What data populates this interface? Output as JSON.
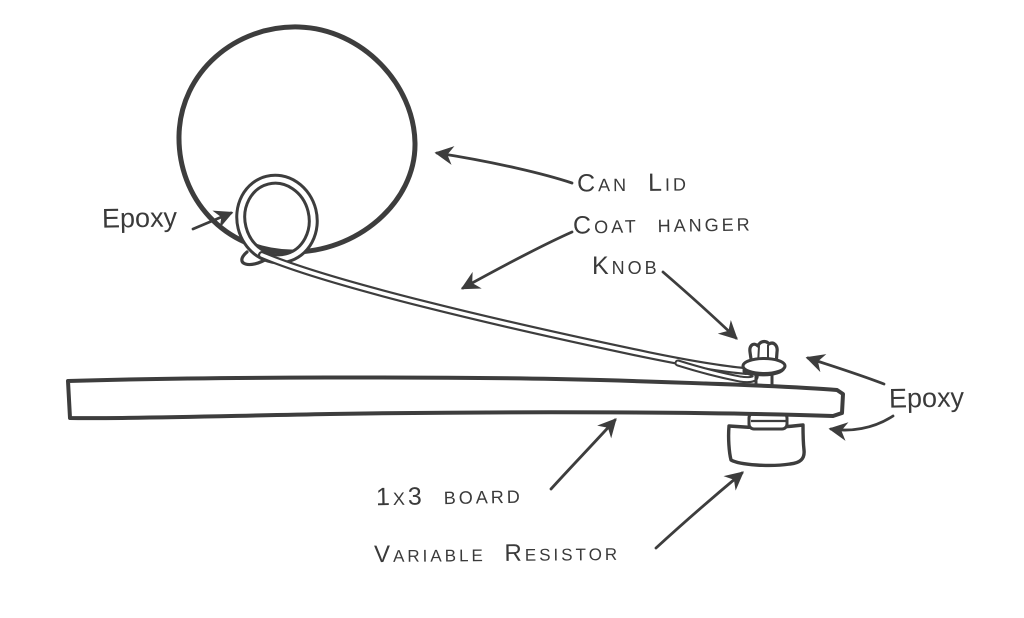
{
  "colors": {
    "ink": "#3d3d3d",
    "paper": "#ffffff"
  },
  "labels": {
    "epoxy_left": "Epoxy",
    "can_lid": "Can Lid",
    "coat_hanger": "Coat hanger",
    "knob": "Knob",
    "epoxy_right": "Epoxy",
    "board": "1x3 board",
    "variable_resistor": "Variable Resistor"
  }
}
